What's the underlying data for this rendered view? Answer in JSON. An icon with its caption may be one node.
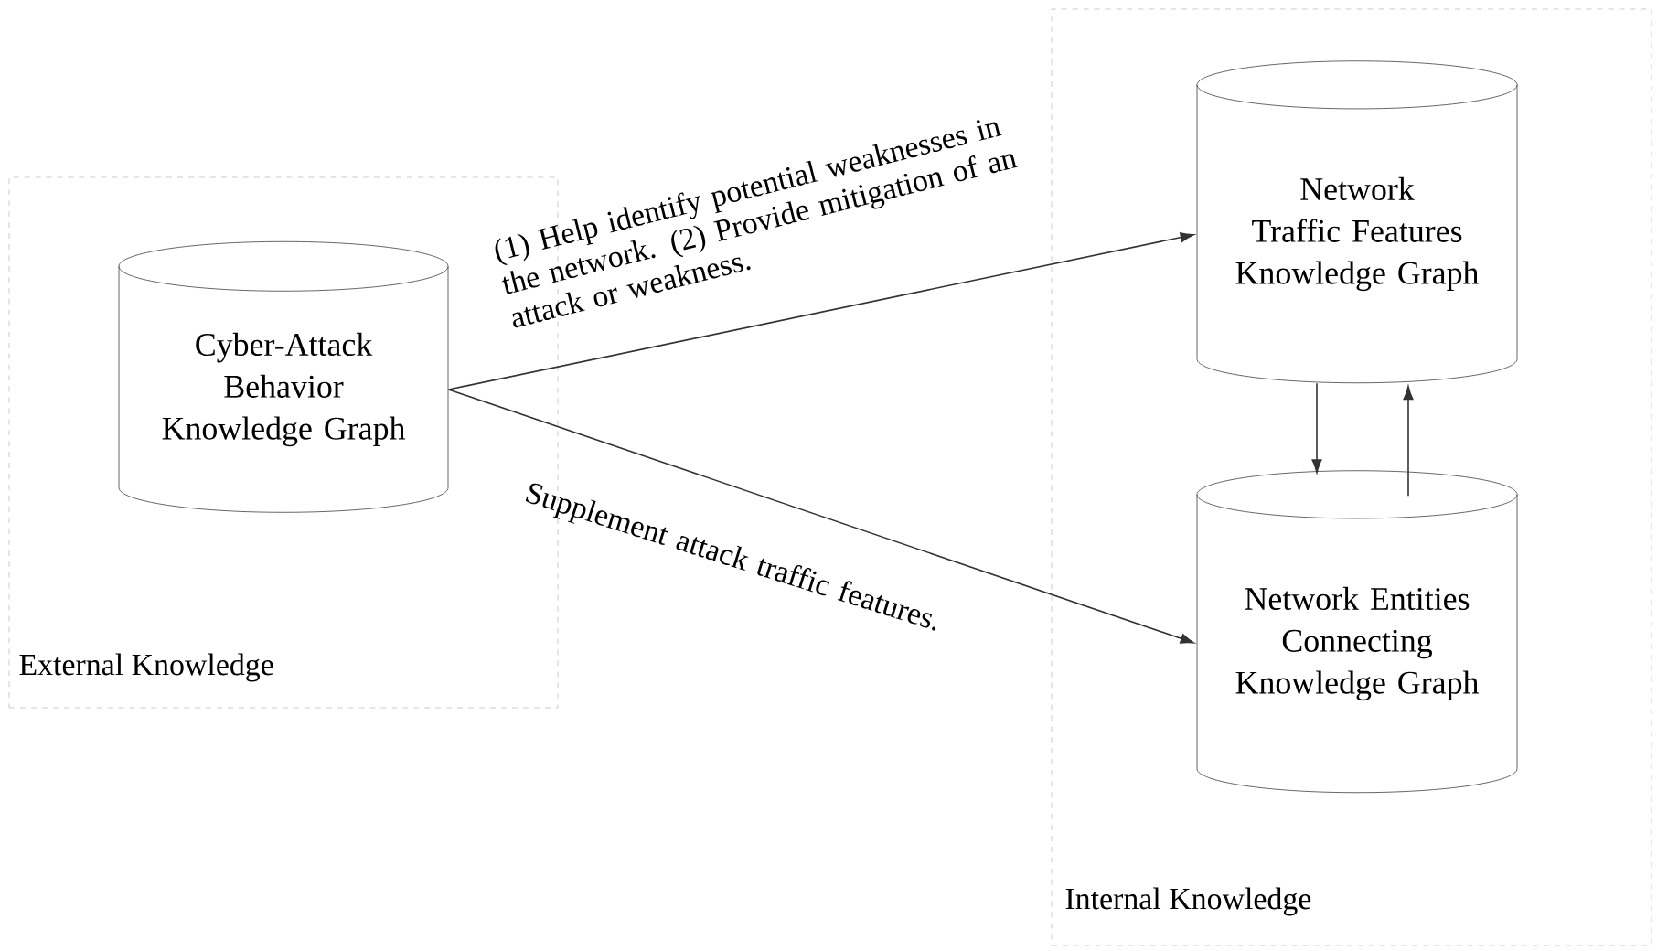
{
  "diagram": {
    "nodes": [
      {
        "text": [
          "External Knowledge"
        ]
      },
      {
        "text": [
          "Cyber-Attack Behavior Knowledge Graph"
        ],
        "in": 0
      },
      {
        "text": [
          "Internal Knowledge"
        ]
      },
      {
        "text": [
          "Network Traffic Features Knowledge Graph"
        ],
        "in": 2
      },
      {
        "text": [
          "Network Entities Connecting Knowledge Graph"
        ],
        "in": 2
      }
    ],
    "edges": [
      {
        "from": 1,
        "to": 3,
        "arrow": "to",
        "label": "(1) Help identify potential weaknesses in the network. (2) Provide mitigation of an attack or weakness."
      },
      {
        "from": 1,
        "to": 4,
        "arrow": "to",
        "label": "Supplement attack traffic features."
      },
      {
        "from": 3,
        "to": 4,
        "arrow": "to"
      },
      {
        "from": 4,
        "to": 3,
        "arrow": "to"
      }
    ]
  }
}
